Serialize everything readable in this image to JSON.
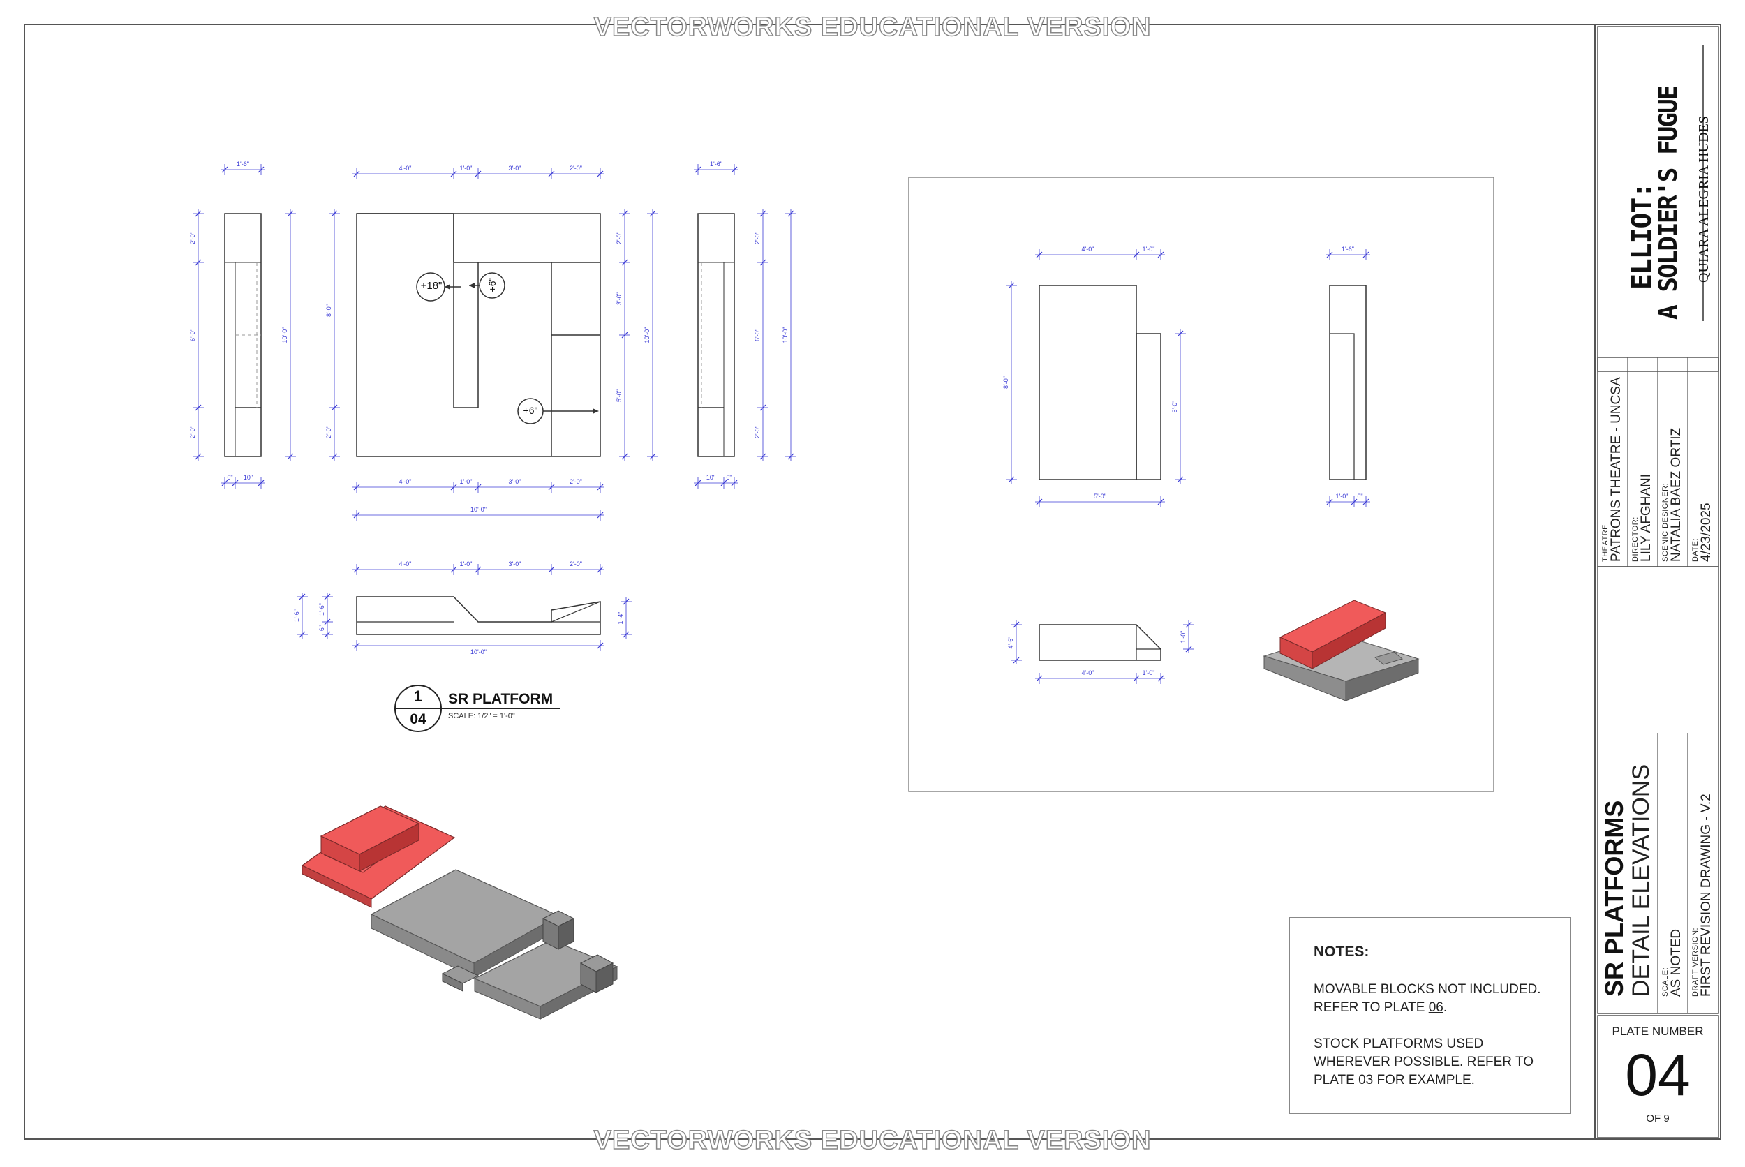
{
  "watermark": "VECTORWORKS EDUCATIONAL VERSION",
  "title_block": {
    "play_title_line1": "ELLIOT:",
    "play_title_line2": "A SOLDIER'S FUGUE",
    "playwright": "QUIARA ALEGRIA HUDES",
    "theatre_label": "THEATRE:",
    "theatre_value": "PATRONS THEATRE - UNCSA",
    "director_label": "DIRECTOR:",
    "director_value": "LILY AFGHANI",
    "designer_label": "SCENIC DESIGNER:",
    "designer_value": "NATALIA BAEZ ORTIZ",
    "date_label": "DATE:",
    "date_value": "4/23/2025",
    "sheet_title": "SR PLATFORMS",
    "sheet_subtitle": "DETAIL ELEVATIONS",
    "scale_label": "SCALE:",
    "scale_value": "AS NOTED",
    "version_label": "DRAFT VERSION:",
    "version_value": "FIRST REVISION DRAWING - V.2",
    "plate_label": "PLATE NUMBER",
    "plate_number": "04",
    "plate_of": "OF 9"
  },
  "notes": {
    "heading": "NOTES:",
    "note1_a": "MOVABLE BLOCKS NOT INCLUDED. REFER TO PLATE ",
    "note1_ref": "06",
    "note1_b": ".",
    "note2_a": "STOCK PLATFORMS USED WHEREVER POSSIBLE. REFER TO PLATE ",
    "note2_ref": "03",
    "note2_b": " FOR EXAMPLE."
  },
  "drawing_label": {
    "number": "1",
    "sheet": "04",
    "title": "SR PLATFORM",
    "scale": "SCALE: 1/2\" = 1'-0\""
  },
  "height_tags": {
    "tag_a": "+18\"",
    "tag_b": "+6\"",
    "tag_c": "+6\""
  },
  "dimensions": {
    "d_1_6": "1'-6\"",
    "d_4_0": "4'-0\"",
    "d_1_0": "1'-0\"",
    "d_3_0": "3'-0\"",
    "d_2_0": "2'-0\"",
    "d_6_0": "6'-0\"",
    "d_8_0": "8'-0\"",
    "d_10_0": "10'-0\"",
    "d_5_0": "5'-0\"",
    "d_1_4": "1'-4\"",
    "d_6in": "6\"",
    "d_10in": "10\"",
    "d_4_6": "4'-6\""
  },
  "colors": {
    "raised_platform": "#f05a5a",
    "platform_gray": "#9a9a9a",
    "dimension_blue": "#3b3bd6",
    "line": "#333333"
  }
}
